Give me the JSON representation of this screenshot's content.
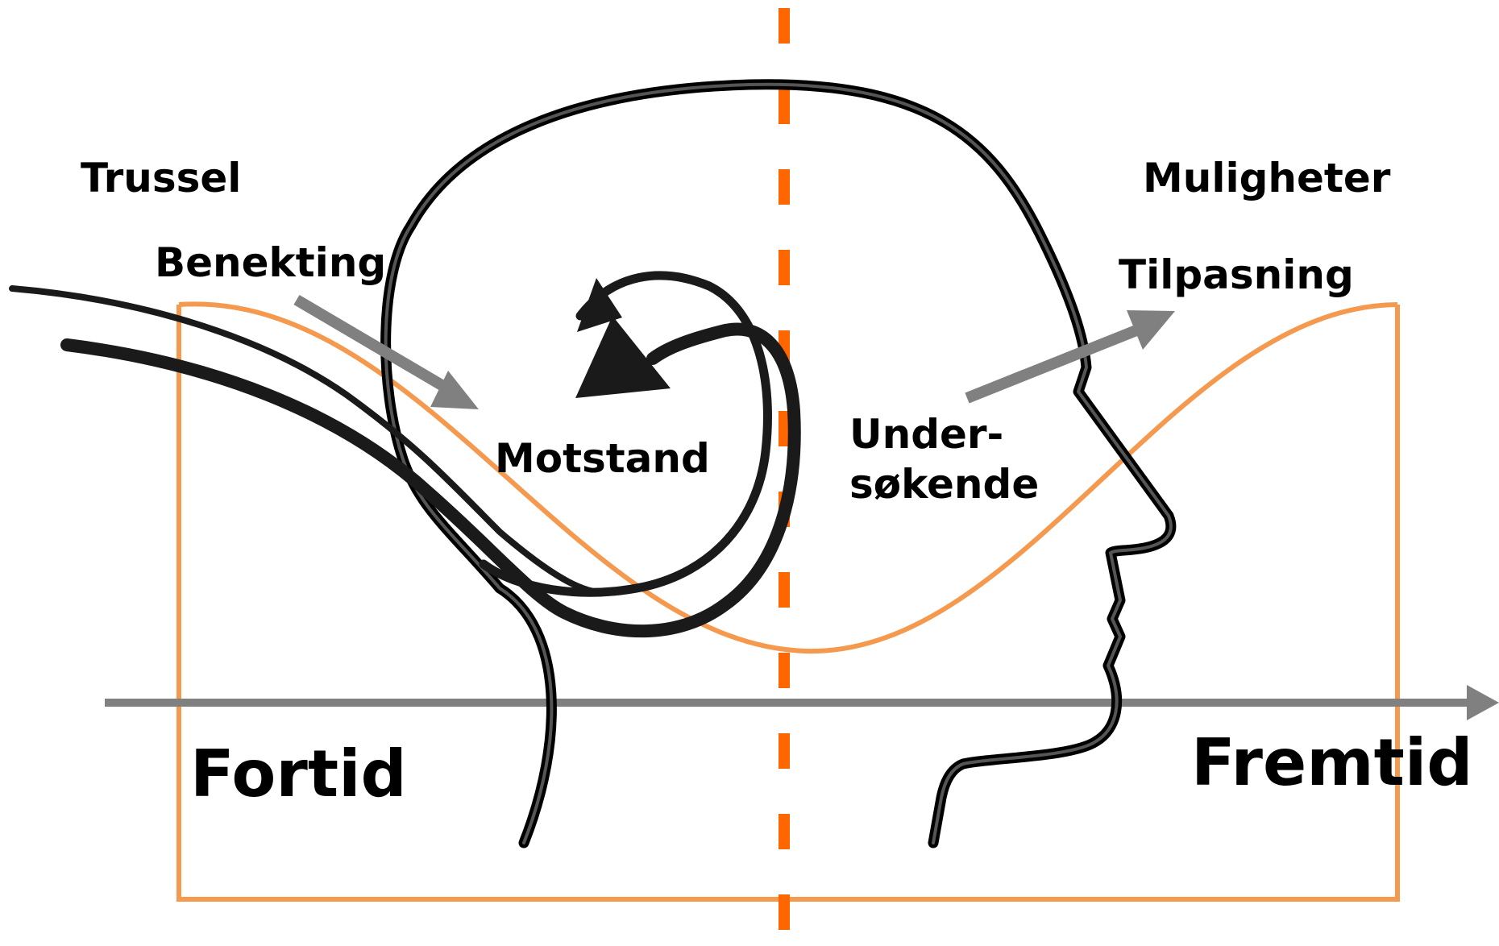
{
  "labels": {
    "threat": "Trussel",
    "denial": "Benekting",
    "resistance": "Motstand",
    "exploratory_line1": "Under-",
    "exploratory_line2": "søkende",
    "opportunities": "Muligheter",
    "adaptation": "Tilpasning",
    "past": "Fortid",
    "future": "Fremtid"
  },
  "colors": {
    "orange_dashed_line": "#FF6600",
    "orange_curve": "#F4994E",
    "gray_arrow": "#808080",
    "head_outline": "#000000",
    "text": "#000000"
  }
}
